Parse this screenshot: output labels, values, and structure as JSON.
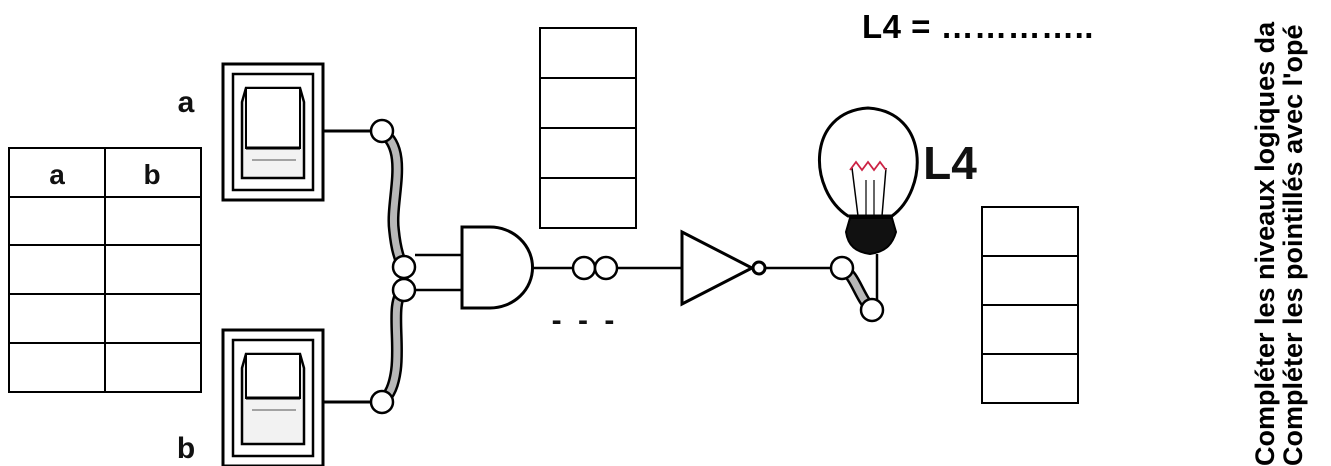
{
  "input_a_label": "a",
  "input_b_label": "b",
  "truth_table": {
    "headers": [
      "a",
      "b"
    ],
    "rows": 4
  },
  "output_label": "L4",
  "formula_line": "L4 = …………..",
  "gate_output_placeholder": "- - -",
  "instructions": [
    "Compléter les niveaux logiques da",
    "Compléter les pointillés avec l'opé"
  ],
  "colors": {
    "line": "#000000",
    "wire_fill": "#b8b8b8",
    "filament": "#cc2244",
    "bulb_base": "#111111"
  }
}
